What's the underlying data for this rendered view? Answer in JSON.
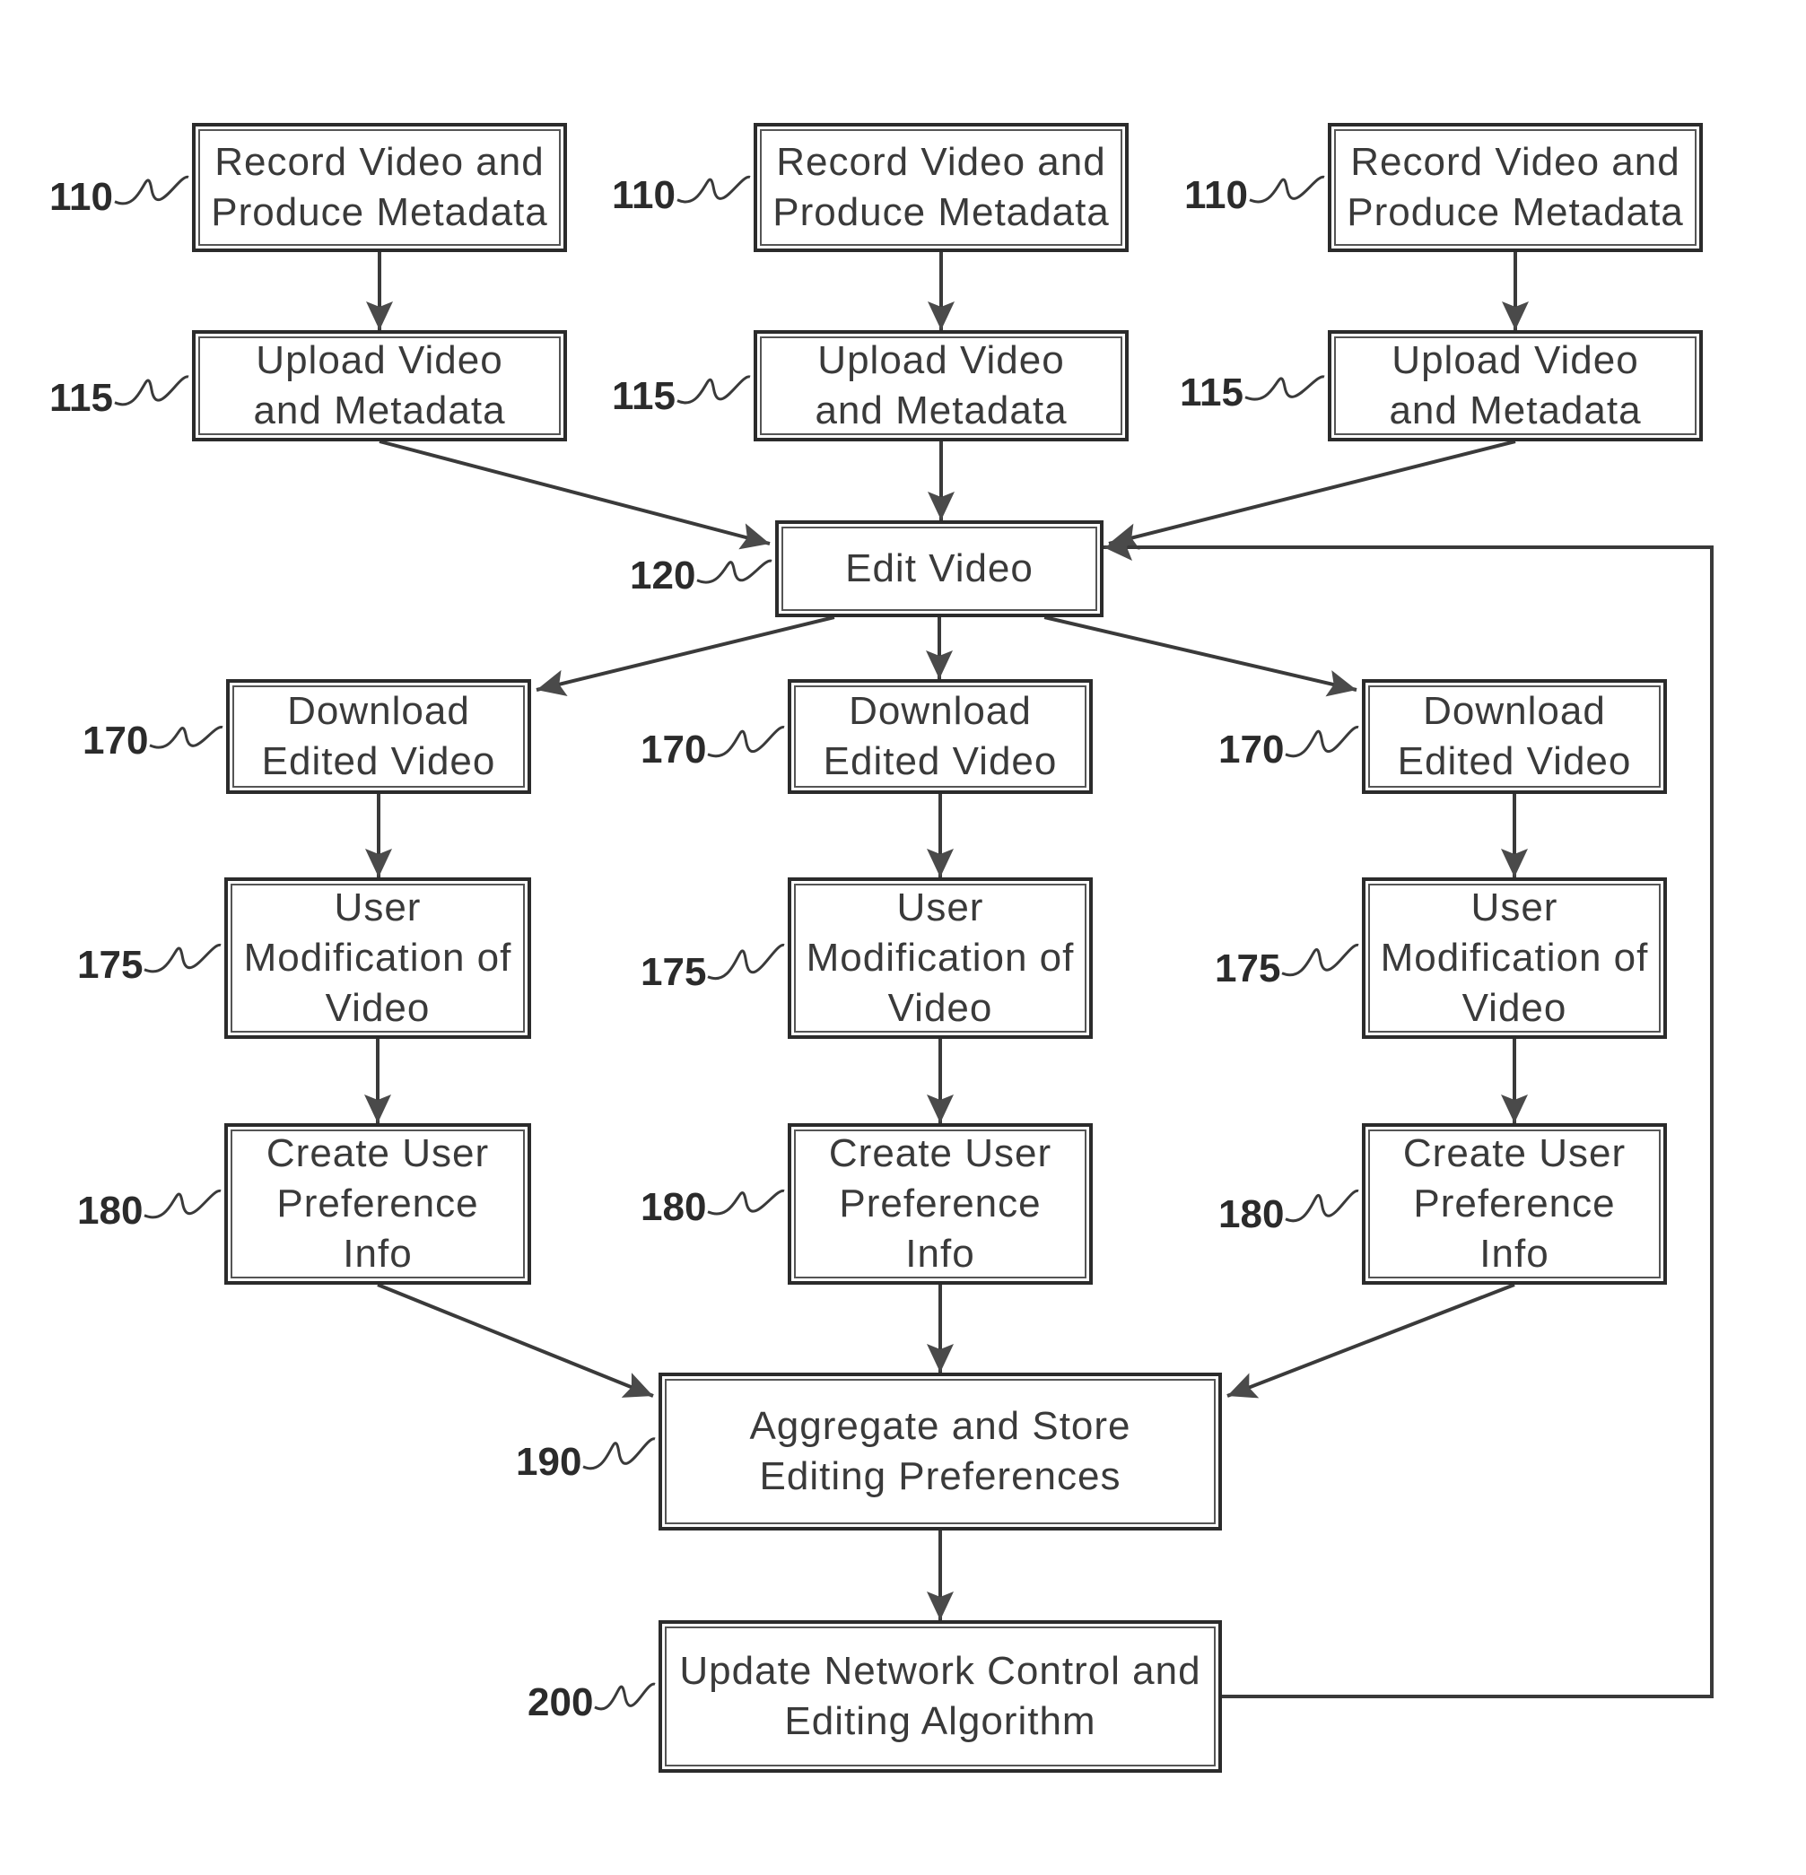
{
  "nodes": [
    {
      "id": "rec1",
      "ref": "110",
      "lines": [
        "Record Video and",
        "Produce Metadata"
      ]
    },
    {
      "id": "rec2",
      "ref": "110",
      "lines": [
        "Record Video and",
        "Produce Metadata"
      ]
    },
    {
      "id": "rec3",
      "ref": "110",
      "lines": [
        "Record Video and",
        "Produce Metadata"
      ]
    },
    {
      "id": "up1",
      "ref": "115",
      "lines": [
        "Upload Video",
        "and Metadata"
      ]
    },
    {
      "id": "up2",
      "ref": "115",
      "lines": [
        "Upload Video",
        "and Metadata"
      ]
    },
    {
      "id": "up3",
      "ref": "115",
      "lines": [
        "Upload Video",
        "and Metadata"
      ]
    },
    {
      "id": "edit",
      "ref": "120",
      "lines": [
        "Edit Video"
      ]
    },
    {
      "id": "dl1",
      "ref": "170",
      "lines": [
        "Download",
        "Edited Video"
      ]
    },
    {
      "id": "dl2",
      "ref": "170",
      "lines": [
        "Download",
        "Edited Video"
      ]
    },
    {
      "id": "dl3",
      "ref": "170",
      "lines": [
        "Download",
        "Edited Video"
      ]
    },
    {
      "id": "mod1",
      "ref": "175",
      "lines": [
        "User",
        "Modification of",
        "Video"
      ]
    },
    {
      "id": "mod2",
      "ref": "175",
      "lines": [
        "User",
        "Modification of",
        "Video"
      ]
    },
    {
      "id": "mod3",
      "ref": "175",
      "lines": [
        "User",
        "Modification of",
        "Video"
      ]
    },
    {
      "id": "pref1",
      "ref": "180",
      "lines": [
        "Create User",
        "Preference",
        "Info"
      ]
    },
    {
      "id": "pref2",
      "ref": "180",
      "lines": [
        "Create User",
        "Preference",
        "Info"
      ]
    },
    {
      "id": "pref3",
      "ref": "180",
      "lines": [
        "Create User",
        "Preference",
        "Info"
      ]
    },
    {
      "id": "agg",
      "ref": "190",
      "lines": [
        "Aggregate and Store",
        "Editing Preferences"
      ]
    },
    {
      "id": "upd",
      "ref": "200",
      "lines": [
        "Update Network Control and",
        "Editing Algorithm"
      ]
    }
  ],
  "edges": [
    [
      "rec1",
      "up1"
    ],
    [
      "rec2",
      "up2"
    ],
    [
      "rec3",
      "up3"
    ],
    [
      "up1",
      "edit"
    ],
    [
      "up2",
      "edit"
    ],
    [
      "up3",
      "edit"
    ],
    [
      "edit",
      "dl1"
    ],
    [
      "edit",
      "dl2"
    ],
    [
      "edit",
      "dl3"
    ],
    [
      "dl1",
      "mod1"
    ],
    [
      "dl2",
      "mod2"
    ],
    [
      "dl3",
      "mod3"
    ],
    [
      "mod1",
      "pref1"
    ],
    [
      "mod2",
      "pref2"
    ],
    [
      "mod3",
      "pref3"
    ],
    [
      "pref1",
      "agg"
    ],
    [
      "pref2",
      "agg"
    ],
    [
      "pref3",
      "agg"
    ],
    [
      "agg",
      "upd"
    ],
    [
      "upd",
      "edit"
    ]
  ]
}
